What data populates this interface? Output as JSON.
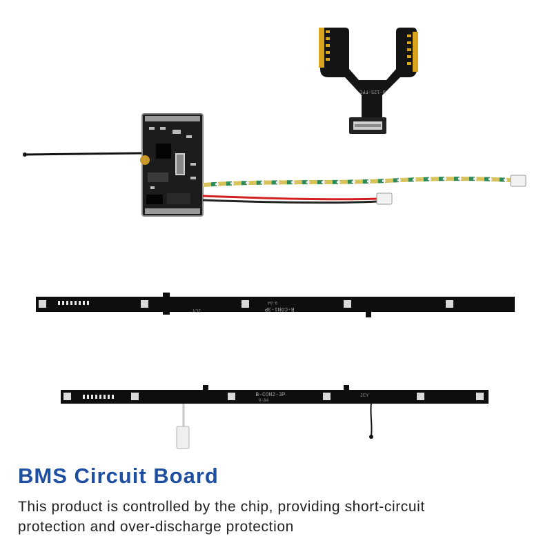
{
  "product": {
    "title": "BMS Circuit Board",
    "description_line1": "This product is controlled by the chip, providing short-circuit",
    "description_line2": "protection and over-discharge protection"
  },
  "labels": {
    "fpc_label": "B-125-FPC",
    "strip1_label": "B-CON1-3P",
    "strip1_sub": "9-Δ4",
    "strip2_label": "B-CON2-3P",
    "strip2_sub": "9-Δ4",
    "maker_mark": "JCY"
  },
  "colors": {
    "title": "#1f4fa0",
    "pcb": "#111111",
    "gold": "#d9a520"
  }
}
